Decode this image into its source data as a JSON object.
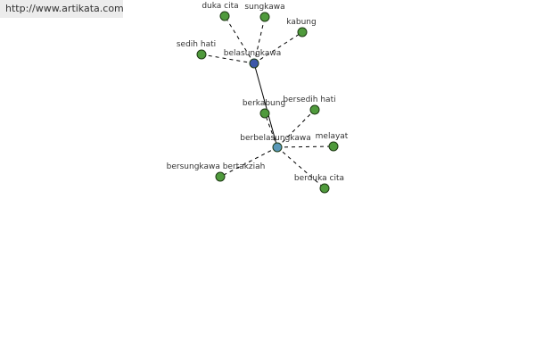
{
  "header": {
    "url": "http://www.artikata.com"
  },
  "colors": {
    "leaf": "#4f9a3c",
    "primary_hub": "#3c58a8",
    "secondary_hub": "#5a98b8",
    "edge": "#000000"
  },
  "graph": {
    "nodes": [
      {
        "id": "belasungkawa",
        "label": "belasungkawa",
        "type": "primary_hub"
      },
      {
        "id": "berbelasungkawa",
        "label": "berbelasungkawa",
        "type": "secondary_hub"
      },
      {
        "id": "duka_cita",
        "label": "duka cita",
        "type": "leaf"
      },
      {
        "id": "sungkawa",
        "label": "sungkawa",
        "type": "leaf"
      },
      {
        "id": "kabung",
        "label": "kabung",
        "type": "leaf"
      },
      {
        "id": "sedih_hati",
        "label": "sedih hati",
        "type": "leaf"
      },
      {
        "id": "berkabung",
        "label": "berkabung",
        "type": "leaf"
      },
      {
        "id": "bersedih_hati",
        "label": "bersedih hati",
        "type": "leaf"
      },
      {
        "id": "melayat",
        "label": "melayat",
        "type": "leaf"
      },
      {
        "id": "bersungkawa_bertakziah",
        "label": "bersungkawa bertakziah",
        "type": "leaf"
      },
      {
        "id": "berduka_cita",
        "label": "berduka cita",
        "type": "leaf"
      }
    ],
    "edges": [
      {
        "from": "belasungkawa",
        "to": "berbelasungkawa",
        "style": "solid"
      },
      {
        "from": "belasungkawa",
        "to": "duka_cita",
        "style": "dashed"
      },
      {
        "from": "belasungkawa",
        "to": "sungkawa",
        "style": "dashed"
      },
      {
        "from": "belasungkawa",
        "to": "kabung",
        "style": "dashed"
      },
      {
        "from": "belasungkawa",
        "to": "sedih_hati",
        "style": "dashed"
      },
      {
        "from": "berbelasungkawa",
        "to": "berkabung",
        "style": "dashed"
      },
      {
        "from": "berbelasungkawa",
        "to": "bersedih_hati",
        "style": "dashed"
      },
      {
        "from": "berbelasungkawa",
        "to": "melayat",
        "style": "dashed"
      },
      {
        "from": "berbelasungkawa",
        "to": "bersungkawa_bertakziah",
        "style": "dashed"
      },
      {
        "from": "berbelasungkawa",
        "to": "berduka_cita",
        "style": "dashed"
      }
    ]
  }
}
